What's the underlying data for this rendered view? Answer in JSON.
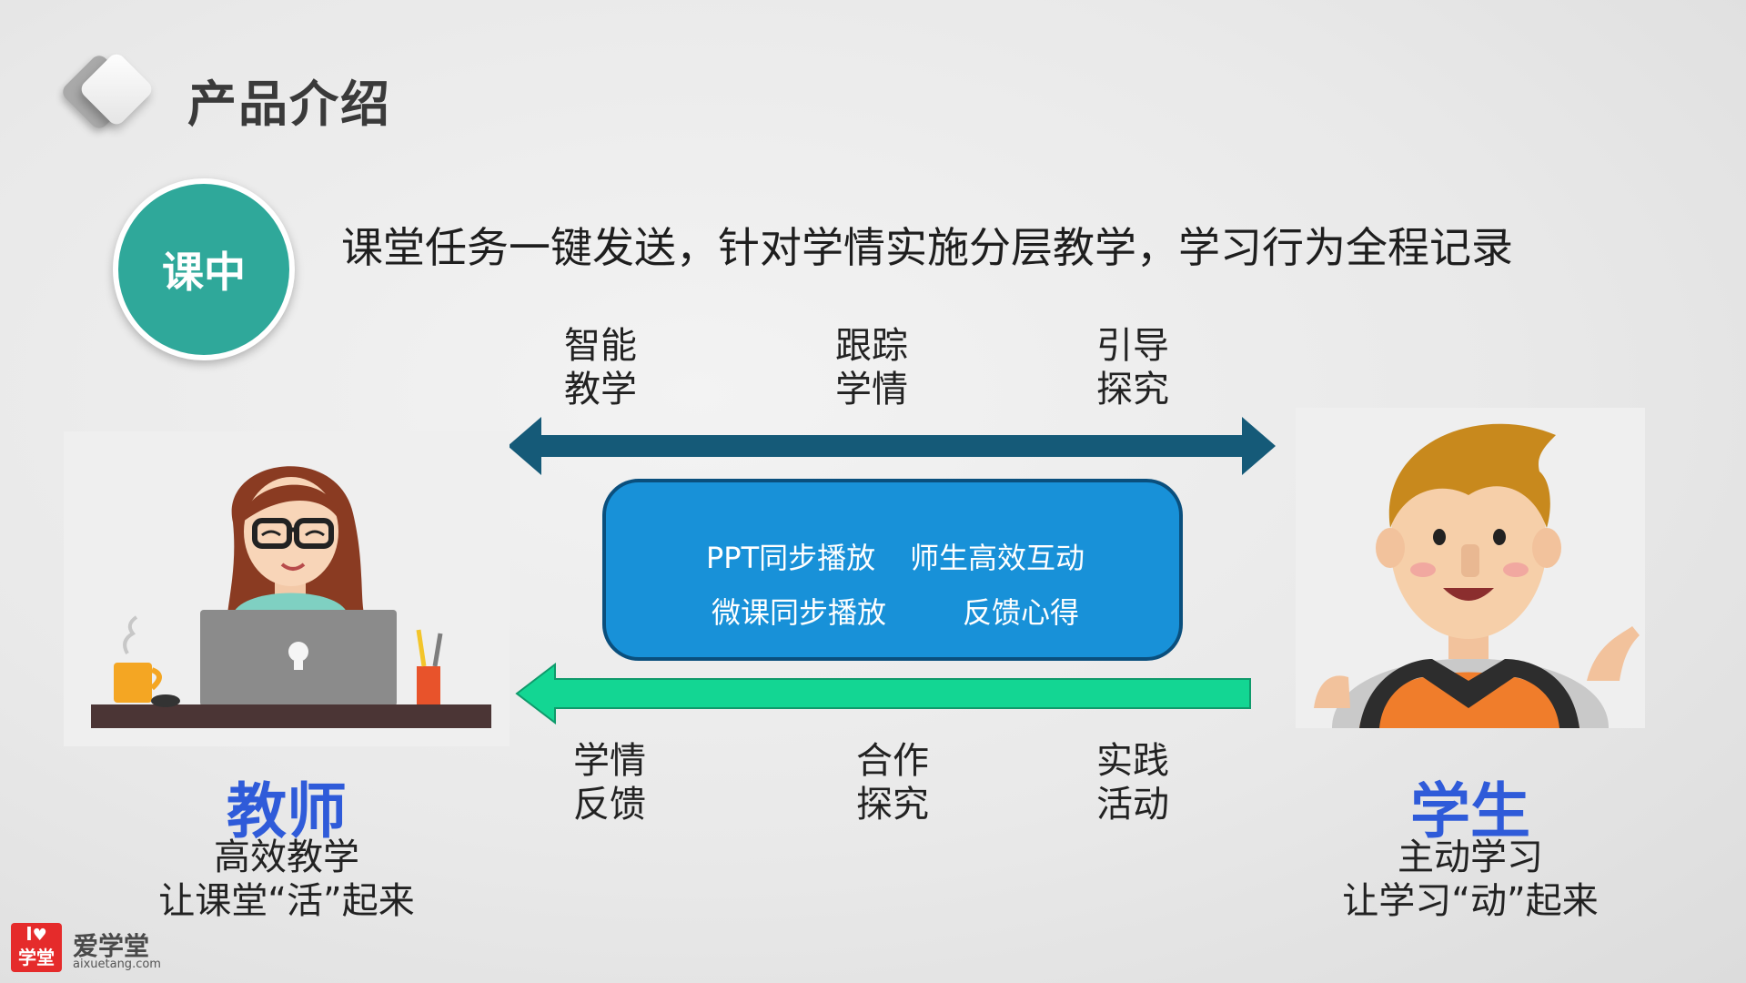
{
  "header": {
    "title": "产品介绍"
  },
  "stage": {
    "label": "课中"
  },
  "headline": "课堂任务一键发送，针对学情实施分层教学，学习行为全程记录",
  "top_labels": [
    {
      "line1": "智能",
      "line2": "教学"
    },
    {
      "line1": "跟踪",
      "line2": "学情"
    },
    {
      "line1": "引导",
      "line2": "探究"
    }
  ],
  "center": {
    "row1": [
      "PPT同步播放",
      "师生高效互动"
    ],
    "row2": [
      "微课同步播放",
      "反馈心得"
    ]
  },
  "bottom_labels": [
    {
      "line1": "学情",
      "line2": "反馈"
    },
    {
      "line1": "合作",
      "line2": "探究"
    },
    {
      "line1": "实践",
      "line2": "活动"
    }
  ],
  "teacher": {
    "title": "教师",
    "line1": "高效教学",
    "line2": "让课堂“活”起来"
  },
  "student": {
    "title": "学生",
    "line1": "主动学习",
    "line2": "让学习“动”起来"
  },
  "logo": {
    "mark_top": "I",
    "mark_bottom": "学堂",
    "name": "爱学堂",
    "url": "aixuetang.com"
  },
  "colors": {
    "stage": "#2fa89a",
    "arrow_top": "#155a78",
    "arrow_bottom": "#13d693",
    "center_box": "#1891d8",
    "role_title": "#2f5bd9"
  },
  "icons": [
    "diamond-icon",
    "heart-icon",
    "double-arrow-icon",
    "left-arrow-icon",
    "teacher-illustration",
    "student-illustration"
  ]
}
